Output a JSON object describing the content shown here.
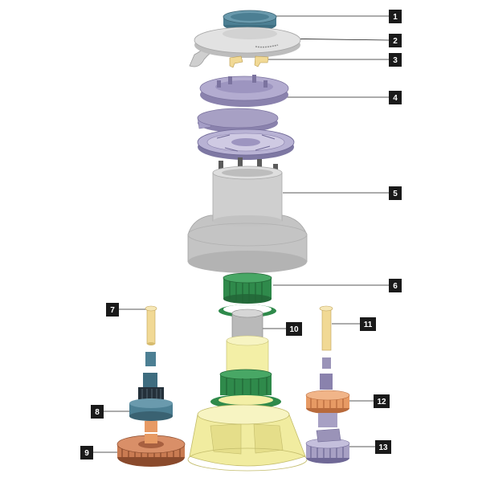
{
  "diagram": {
    "callouts": [
      "1",
      "2",
      "3",
      "4",
      "5",
      "6",
      "7",
      "8",
      "9",
      "10",
      "11",
      "12",
      "13"
    ],
    "colors": {
      "housing_grey": "#c9c9c9",
      "housing_grey_dark": "#a9a9a9",
      "lavender": "#a7a0c4",
      "lavender_dark": "#8a82ad",
      "steel_blue": "#4c7f93",
      "green": "#2f8a4b",
      "pale_yellow": "#f3efa6",
      "copper": "#c97b52",
      "orange": "#e79a64",
      "cream": "#f1d995",
      "label_box": "#1a1a1a",
      "leader_line": "#222222"
    }
  }
}
